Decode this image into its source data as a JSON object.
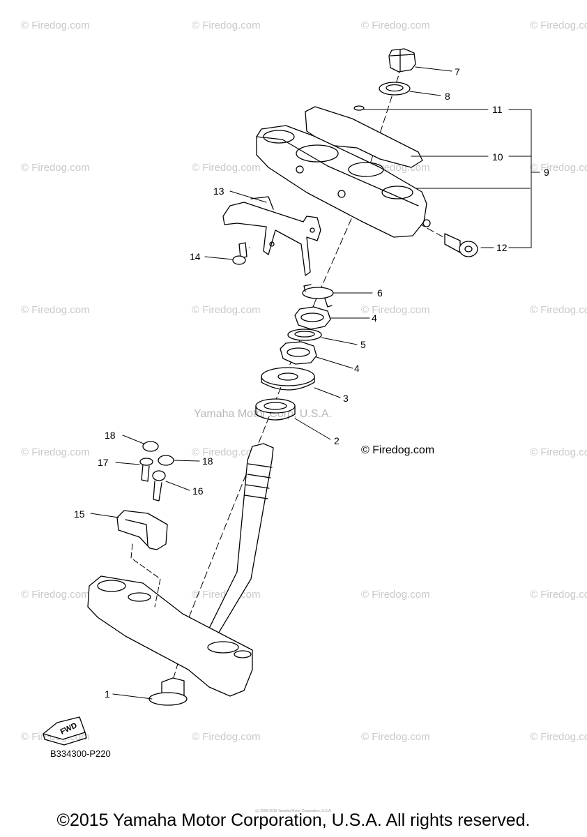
{
  "watermark_text": "© Firedog.com",
  "center_watermark": "Yamaha Motor Corp, U.S.A.",
  "brand_watermark": "© Firedog.com",
  "diagram_code": "B334300-P220",
  "fwd_label": "FWD",
  "copyright": "©2015 Yamaha Motor Corporation, U.S.A. All rights reserved.",
  "fine_print": "(c) 2005-2015 Yamaha Motor Corporation, U.S.A.",
  "callouts": {
    "c1": "1",
    "c2": "2",
    "c3": "3",
    "c4a": "4",
    "c4b": "4",
    "c5": "5",
    "c6": "6",
    "c7": "7",
    "c8": "8",
    "c9": "9",
    "c10": "10",
    "c11": "11",
    "c12": "12",
    "c13": "13",
    "c14": "14",
    "c15": "15",
    "c16": "16",
    "c17": "17",
    "c18a": "18",
    "c18b": "18"
  }
}
